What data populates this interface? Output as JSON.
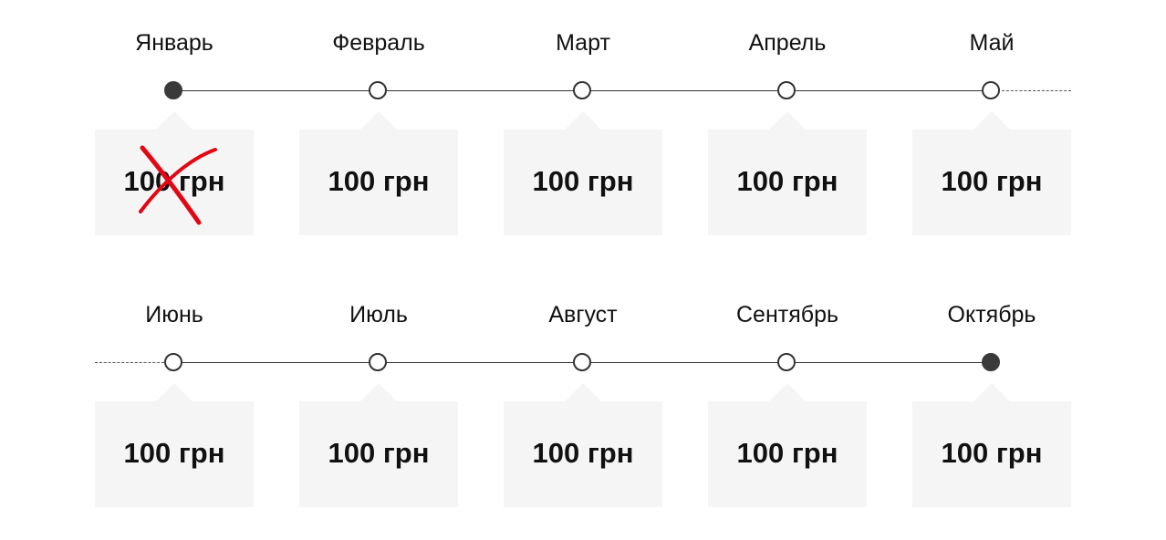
{
  "colors": {
    "cross_mark": "#e30613",
    "card_bg": "#f5f5f5",
    "line": "#333333",
    "dot_filled": "#3a3a3a"
  },
  "rows": [
    {
      "months": [
        {
          "name": "Январь",
          "price": "100 грн",
          "status": "paid",
          "crossed": true
        },
        {
          "name": "Февраль",
          "price": "100 грн",
          "status": "pending",
          "crossed": false
        },
        {
          "name": "Март",
          "price": "100 грн",
          "status": "pending",
          "crossed": false
        },
        {
          "name": "Апрель",
          "price": "100 грн",
          "status": "pending",
          "crossed": false
        },
        {
          "name": "Май",
          "price": "100 грн",
          "status": "pending",
          "crossed": false
        }
      ]
    },
    {
      "months": [
        {
          "name": "Июнь",
          "price": "100 грн",
          "status": "pending",
          "crossed": false
        },
        {
          "name": "Июль",
          "price": "100 грн",
          "status": "pending",
          "crossed": false
        },
        {
          "name": "Август",
          "price": "100 грн",
          "status": "pending",
          "crossed": false
        },
        {
          "name": "Сентябрь",
          "price": "100 грн",
          "status": "pending",
          "crossed": false
        },
        {
          "name": "Октябрь",
          "price": "100 грн",
          "status": "final",
          "crossed": false
        }
      ]
    }
  ]
}
